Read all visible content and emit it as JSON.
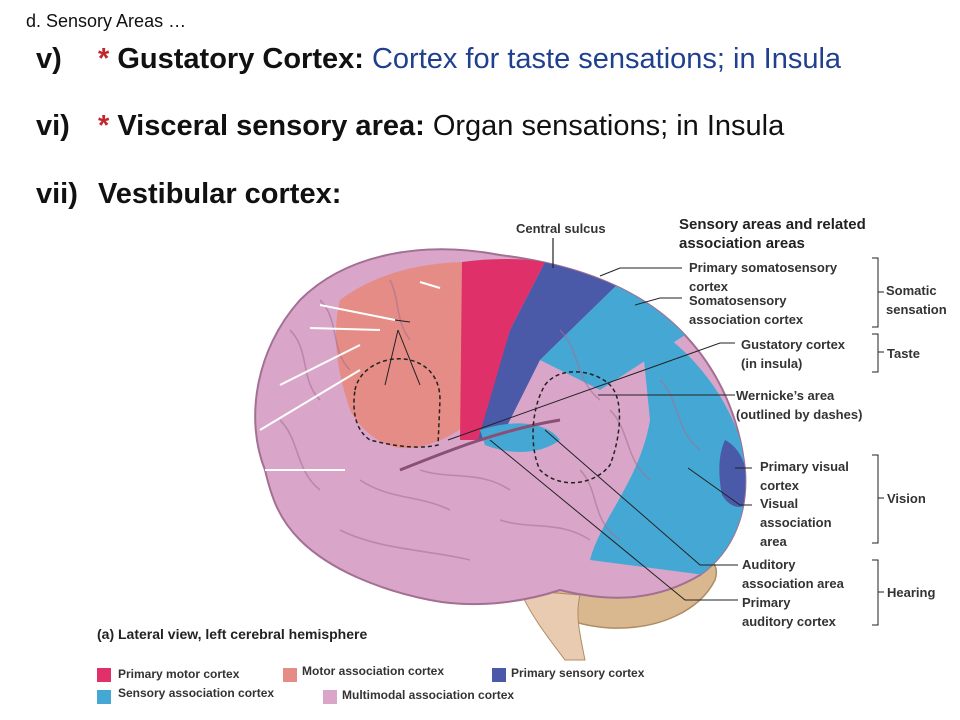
{
  "breadcrumb": "d. Sensory Areas …",
  "headings": [
    {
      "num": "v)",
      "star": "*",
      "term": "Gustatory Cortex:",
      "desc": " Cortex for taste sensations; in Insula"
    },
    {
      "num": "vi)",
      "star": "*",
      "term": "Visceral sensory area:",
      "desc": " Organ sensations; in Insula"
    },
    {
      "num": "vii)",
      "star": "",
      "term": "Vestibular cortex:",
      "desc": ""
    }
  ],
  "labels": {
    "central_sulcus": "Central sulcus",
    "header_line1": "Sensory areas and related",
    "header_line2": "association areas",
    "primary_somatosensory_1": "Primary somatosensory",
    "primary_somatosensory_2": "cortex",
    "somatosensory_assoc_1": "Somatosensory",
    "somatosensory_assoc_2": "association cortex",
    "gustatory_1": "Gustatory cortex",
    "gustatory_2": "(in insula)",
    "wernicke_1": "Wernicke’s area",
    "wernicke_2": "(outlined by dashes)",
    "primary_visual_1": "Primary visual",
    "primary_visual_2": "cortex",
    "visual_assoc_1": "Visual",
    "visual_assoc_2": "association",
    "visual_assoc_3": "area",
    "auditory_assoc_1": "Auditory",
    "auditory_assoc_2": "association area",
    "primary_auditory_1": "Primary",
    "primary_auditory_2": "auditory cortex"
  },
  "categories": {
    "somatic_1": "Somatic",
    "somatic_2": "sensation",
    "taste": "Taste",
    "vision": "Vision",
    "hearing": "Hearing"
  },
  "caption": "(a) Lateral view, left cerebral hemisphere",
  "legend": [
    {
      "label": "Primary motor cortex",
      "color": "#e0306a"
    },
    {
      "label": "Motor association cortex",
      "color": "#e58c86"
    },
    {
      "label": "Primary sensory cortex",
      "color": "#4a5aa8"
    },
    {
      "label": "Sensory association cortex",
      "color": "#45a8d4"
    },
    {
      "label": "Multimodal association cortex",
      "color": "#d9a6c9"
    }
  ],
  "colors": {
    "primary_motor": "#e0306a",
    "motor_assoc": "#e58c86",
    "primary_sensory": "#4a5aa8",
    "sensory_assoc": "#45a8d4",
    "multimodal": "#d9a6c9",
    "heading_blue": "#1f3f8f",
    "star_red": "#c0282d"
  }
}
